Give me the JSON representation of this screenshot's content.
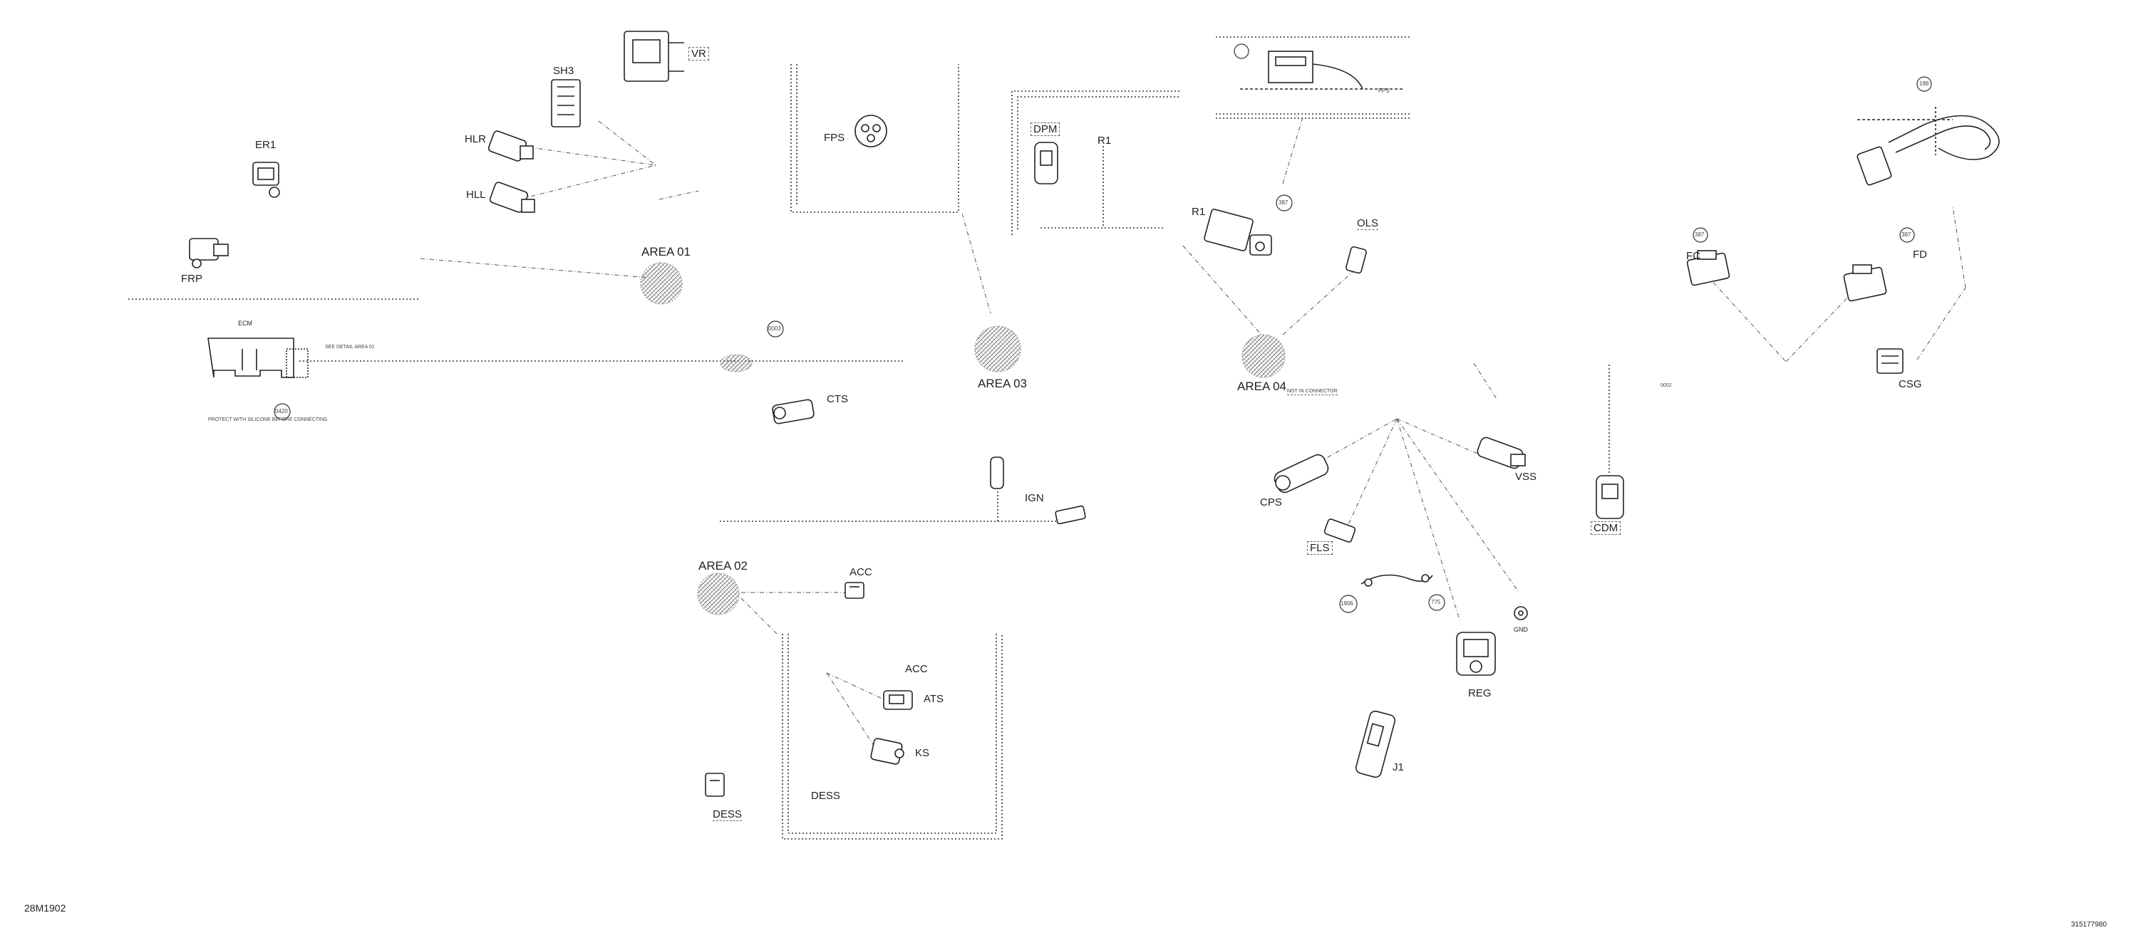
{
  "labels": {
    "er1": "ER1",
    "frp": "FRP",
    "sh3": "SH3",
    "vr": "VR",
    "hlr": "HLR",
    "hll": "HLL",
    "ecm": "ECM",
    "area01": "AREA 01",
    "area02": "AREA 02",
    "area03": "AREA 03",
    "area04": "AREA 04",
    "fps": "FPS",
    "dpm": "DPM",
    "r1_top": "R1",
    "r1": "R1",
    "cts": "CTS",
    "ign": "IGN",
    "acc_a": "ACC",
    "acc_b": "ACC",
    "ats": "ATS",
    "ks": "KS",
    "dess_area": "DESS",
    "dess": "DESS",
    "ols": "OLS",
    "cps": "CPS",
    "vss": "VSS",
    "fls": "FLS",
    "reg": "REG",
    "gnd": "GND",
    "j1": "J1",
    "fc": "FC",
    "fd": "FD",
    "cdm": "CDM",
    "csg": "CSG",
    "fps_right": "FPS"
  },
  "callouts": {
    "c0003": "0003",
    "c0420": "0420",
    "c387_r1": "387",
    "c387_fc": "387",
    "c387_fd": "387",
    "c1906": "1906",
    "c775": "775",
    "c188": "188"
  },
  "notes": {
    "ecm_note": "PROTECT WITH SILICONE BEFORE CONNECTING",
    "ecm_note2": "SEE DETAIL AREA 01",
    "area04_note": "NOT IN CONNECTOR",
    "right_edge_note": "0002"
  },
  "footer": {
    "left_code": "28M1902",
    "right_code": "315177980"
  }
}
